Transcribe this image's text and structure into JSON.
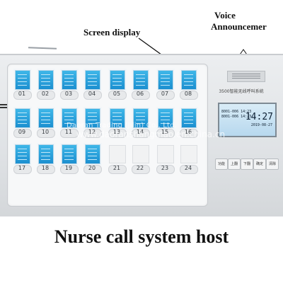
{
  "annotations": {
    "screen_display": "Screen display",
    "voice_line1": "Voice",
    "voice_line2": "Announcemer"
  },
  "device": {
    "brand": "3500智能无线呼叫系统",
    "lcd": {
      "line1": "8001-006 14:23",
      "line2": "8001-006 14:23",
      "time": "14:27",
      "date": "2019-08-27"
    },
    "keys": [
      "功能",
      "上翻",
      "下翻",
      "确定",
      "清除"
    ],
    "buttons": [
      "01",
      "02",
      "03",
      "04",
      "05",
      "06",
      "07",
      "08",
      "09",
      "10",
      "11",
      "12",
      "13",
      "14",
      "15",
      "16",
      "17",
      "18",
      "19",
      "20",
      "21",
      "22",
      "23",
      "24"
    ],
    "lit_cards": 20
  },
  "watermark": {
    "line1": "Daoran Trading (Jilin) Co., Ltd.",
    "line2": "www.daoranshangmao.en.china.cn"
  },
  "caption": "Nurse call system host",
  "colors": {
    "card_blue": "#1b8fd0",
    "panel": "#f7f8f9",
    "text": "#111111"
  }
}
